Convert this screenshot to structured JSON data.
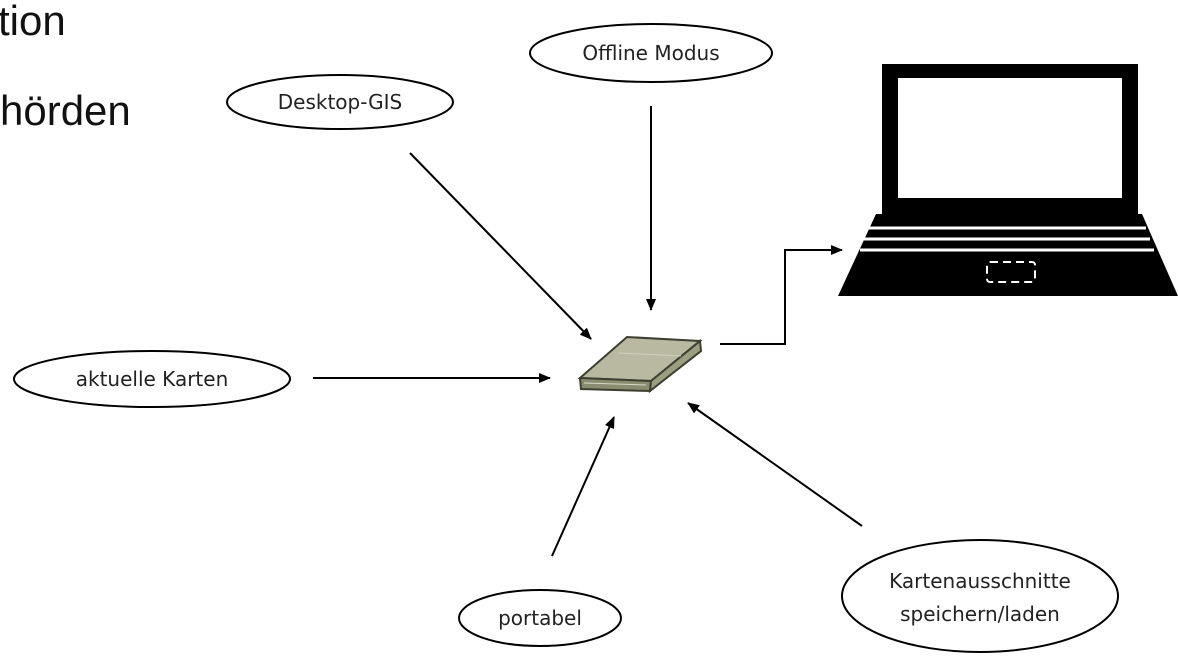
{
  "background_text": {
    "line1": "tion",
    "line2": "hörden"
  },
  "nodes": {
    "offline_mode": {
      "label": "Offline Modus"
    },
    "desktop_gis": {
      "label": "Desktop-GIS"
    },
    "current_maps": {
      "label": "aktuelle Karten"
    },
    "portable": {
      "label": "portabel"
    },
    "map_extracts": {
      "line1": "Kartenausschnitte",
      "line2": "speichern/laden"
    }
  },
  "icons": {
    "center": "memory-card-icon",
    "target": "laptop-icon"
  },
  "colors": {
    "stroke": "#000000",
    "card_fill": "#b8b9a0",
    "card_dark": "#8a8c70",
    "laptop_fill": "#000000"
  }
}
